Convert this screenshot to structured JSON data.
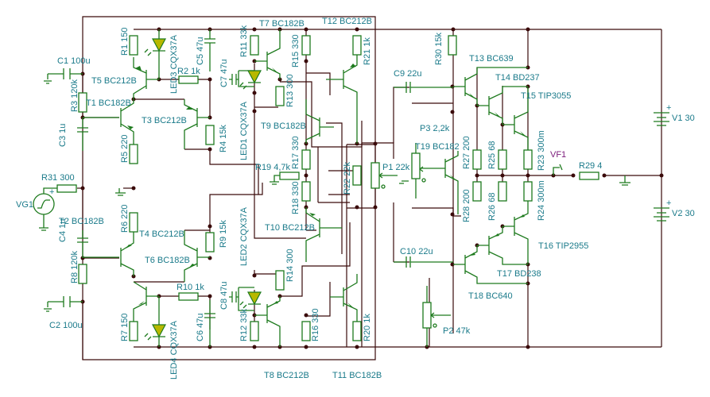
{
  "title": "Power amplifier schematic",
  "colors": {
    "wire": "#3a0a0a",
    "component": "#1d7a1d",
    "label": "#1a7a8a",
    "led_fill": "#b8b800",
    "probe": "#7a1a7a"
  },
  "labels": {
    "C1": "C1 100u",
    "C2": "C2 100u",
    "C3": "C3 1u",
    "C4": "C4 1u",
    "C5": "C5 47u",
    "C6": "C6 47u",
    "C7": "C7 47u",
    "C8": "C8 47u",
    "C9": "C9 22u",
    "C10": "C10 22u",
    "R1": "R1 150",
    "R2": "R2 1k",
    "R3": "R3 120k",
    "R4": "R4 15k",
    "R5": "R5 220",
    "R6": "R6 220",
    "R7": "R7 150",
    "R8": "R8 120k",
    "R9": "R9 15k",
    "R10": "R10 1k",
    "R11": "R11 33k",
    "R12": "R12 33k",
    "R13": "R13 300",
    "R14": "R14 300",
    "R15": "R15 330",
    "R16": "R16 330",
    "R17": "R17 330",
    "R18": "R18 330",
    "R19": "R19 4,7k",
    "R20": "R20 1k",
    "R21": "R21 1k",
    "R22": "R22 22k",
    "R23": "R23 300m",
    "R24": "R24 300m",
    "R25": "R25 68",
    "R26": "R26 68",
    "R27": "R27 200",
    "R28": "R28 200",
    "R29": "R29 4",
    "R30": "R30 15k",
    "R31": "R31 300",
    "P1": "P1 22k",
    "P2": "P2 47k",
    "P3": "P3 2,2k",
    "T1": "T1 BC182B",
    "T2": "T2 BC182B",
    "T3": "T3 BC212B",
    "T4": "T4 BC212B",
    "T5": "T5 BC212B",
    "T6": "T6 BC182B",
    "T7": "T7 BC182B",
    "T8": "T8 BC212B",
    "T9": "T9 BC182B",
    "T10": "T10 BC212B",
    "T11": "T11 BC182B",
    "T12": "T12 BC212B",
    "T13": "T13 BC639",
    "T14": "T14 BD237",
    "T15": "T15 TIP3055",
    "T16": "T16 TIP2955",
    "T17": "T17 BD238",
    "T18": "T18 BC640",
    "T19": "T19 BC182",
    "LED1": "LED1 CQX37A",
    "LED2": "LED2 CQX37A",
    "LED3": "LED3 CQX37A",
    "LED4": "LED4 CQX37A",
    "V1": "V1 30",
    "V2": "V2 30",
    "VG1": "VG1",
    "VF1": "VF1",
    "plus": "+"
  }
}
